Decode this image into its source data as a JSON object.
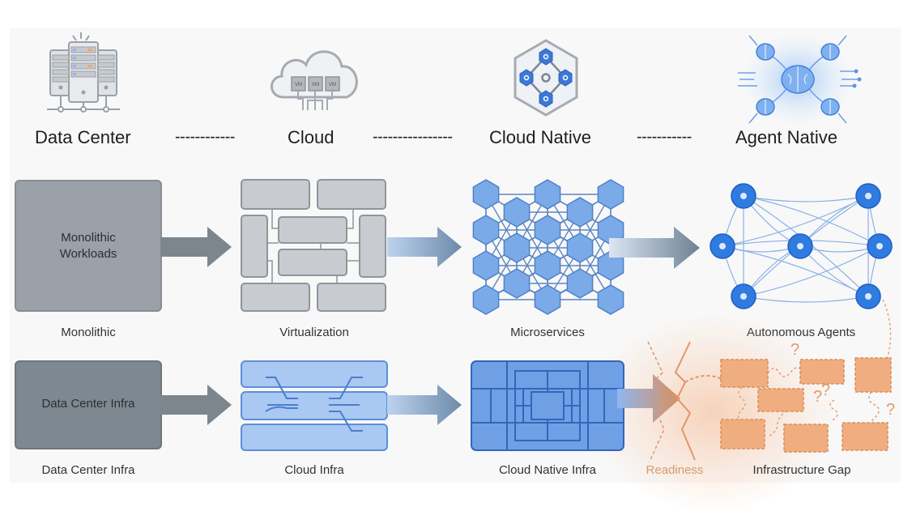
{
  "stages": [
    {
      "title": "Data Center",
      "icon": "server-rack-icon"
    },
    {
      "title": "Cloud",
      "icon": "cloud-vm-icon"
    },
    {
      "title": "Cloud Native",
      "icon": "kubernetes-hexagon-icon"
    },
    {
      "title": "Agent Native",
      "icon": "brain-network-icon"
    }
  ],
  "connectors": [
    "------------",
    "----------------",
    "-----------"
  ],
  "cloud_icon": {
    "vm_labels": [
      "VM",
      "VM",
      "VM"
    ]
  },
  "workloads_row": {
    "items": [
      {
        "caption": "Monolithic",
        "box_text": "Monolithic Workloads",
        "box_line1": "Monolithic",
        "box_line2": "Workloads"
      },
      {
        "caption": "Virtualization"
      },
      {
        "caption": "Microservices"
      },
      {
        "caption": "Autonomous Agents"
      }
    ]
  },
  "infra_row": {
    "items": [
      {
        "caption": "Data Center Infra",
        "box_text": "Data Center Infra"
      },
      {
        "caption": "Cloud Infra"
      },
      {
        "caption": "Cloud Native Infra"
      },
      {
        "caption": "Readiness"
      },
      {
        "caption": "Infrastructure Gap"
      }
    ],
    "question_mark": "?"
  },
  "colors": {
    "gray_box": "#9aa1a8",
    "gray_dark": "#7e868d",
    "blue": "#6fa0e6",
    "blue_dark": "#3c78d8",
    "light_blue": "#a9c8f2",
    "orange": "#eea878",
    "orange_text": "#d69a6c"
  }
}
